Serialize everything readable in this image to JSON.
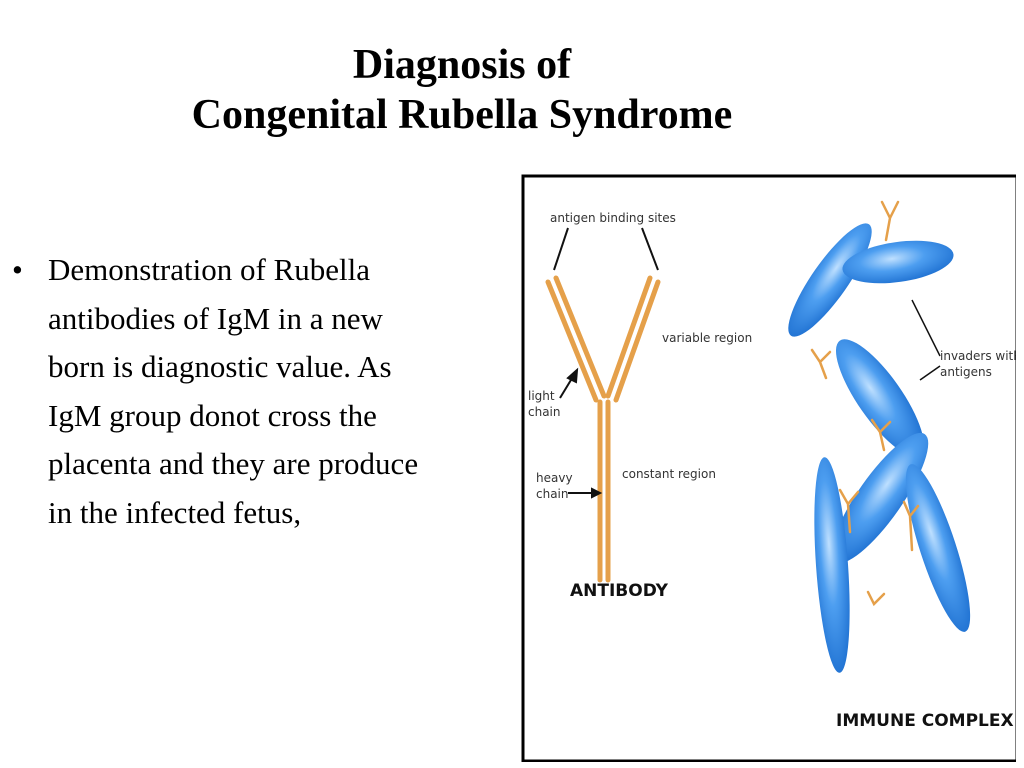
{
  "slide": {
    "title_line1": "Diagnosis of",
    "title_line2": "Congenital Rubella Syndrome",
    "bullet_marker": "•",
    "bullet_text": "Demonstration of Rubella antibodies of IgM in a new born is diagnostic value. As IgM group donot cross the placenta and they are produce in the infected fetus,"
  },
  "figure": {
    "antibody_labels": {
      "binding_sites": "antigen binding sites",
      "variable_region": "variable region",
      "light_chain_1": "light",
      "light_chain_2": "chain",
      "constant_region": "constant region",
      "heavy_chain_1": "heavy",
      "heavy_chain_2": "chain",
      "caption": "ANTIBODY"
    },
    "complex_labels": {
      "invaders_1": "invaders with",
      "invaders_2": "antigens",
      "caption": "IMMUNE COMPLEX"
    },
    "colors": {
      "antibody": "#e5a04a",
      "invader": "#3a8fe0",
      "frame": "#000000"
    }
  }
}
